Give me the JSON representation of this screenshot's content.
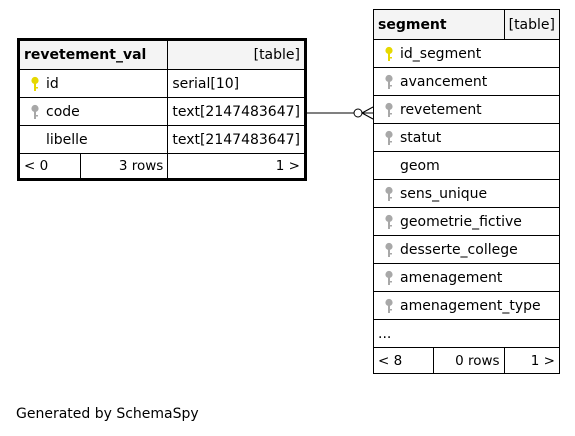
{
  "colors": {
    "primary_key": "#e6d800",
    "foreign_key": "#a8a8a8",
    "header_bg": "#f4f4f4",
    "line": "#000000"
  },
  "revetement_val": {
    "name": "revetement_val",
    "tag": "[table]",
    "columns": [
      {
        "name": "id",
        "type": "serial[10]",
        "key": "primary"
      },
      {
        "name": "code",
        "type": "text[2147483647]",
        "key": "foreign"
      },
      {
        "name": "libelle",
        "type": "text[2147483647]",
        "key": "none"
      }
    ],
    "footer": {
      "left": "< 0",
      "rows": "3 rows",
      "right": "1 >"
    }
  },
  "segment": {
    "name": "segment",
    "tag": "[table]",
    "columns": [
      {
        "name": "id_segment",
        "key": "primary"
      },
      {
        "name": "avancement",
        "key": "foreign"
      },
      {
        "name": "revetement",
        "key": "foreign"
      },
      {
        "name": "statut",
        "key": "foreign"
      },
      {
        "name": "geom",
        "key": "none"
      },
      {
        "name": "sens_unique",
        "key": "foreign"
      },
      {
        "name": "geometrie_fictive",
        "key": "foreign"
      },
      {
        "name": "desserte_college",
        "key": "foreign"
      },
      {
        "name": "amenagement",
        "key": "foreign"
      },
      {
        "name": "amenagement_type",
        "key": "foreign"
      }
    ],
    "ellipsis": "...",
    "footer": {
      "left": "< 8",
      "rows": "0 rows",
      "right": "1 >"
    }
  },
  "relationship": {
    "from": "revetement_val.code",
    "to": "segment.revetement"
  },
  "generated_by": "Generated by SchemaSpy"
}
